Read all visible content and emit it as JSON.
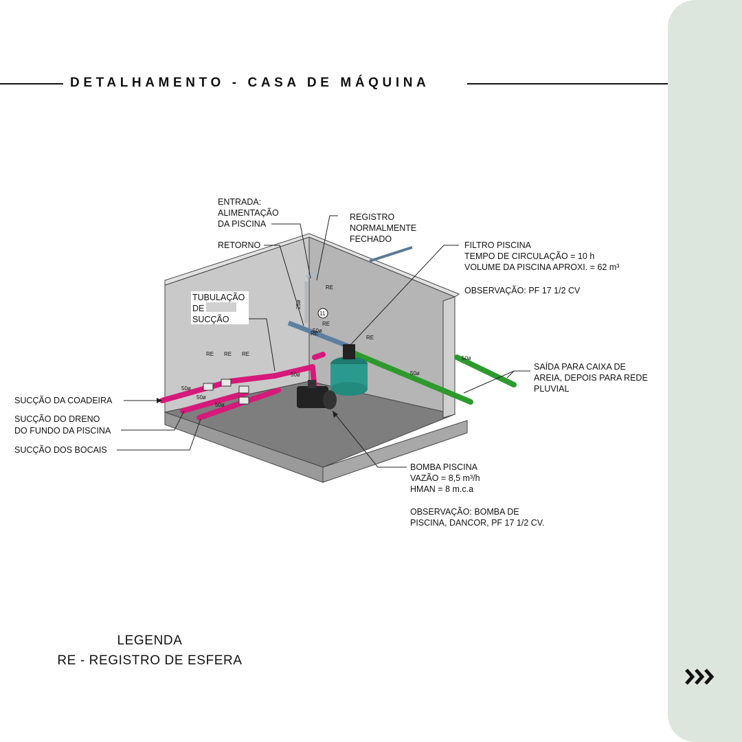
{
  "title": "DETALHAMENTO - CASA DE MÁQUINA",
  "labels": {
    "entrada": [
      "ENTRADA:",
      "ALIMENTAÇÃO",
      "DA PISCINA"
    ],
    "registro": [
      "REGISTRO",
      "NORMALMENTE",
      "FECHADO"
    ],
    "retorno": "RETORNO",
    "filtro": [
      "FILTRO PISCINA",
      "TEMPO DE CIRCULAÇÃO = 10 h",
      "VOLUME DA PISCINA APROXI. =  62 m³",
      "",
      "OBSERVAÇÃO: PF 17 1/2 CV"
    ],
    "tubulacao": [
      "TUBULAÇÃO",
      "DE",
      "SUCÇÃO"
    ],
    "saida": [
      "SAÍDA PARA CAIXA DE",
      "AREIA, DEPOIS PARA REDE",
      "PLUVIAL"
    ],
    "coadeira": "SUCÇÃO DA COADEIRA",
    "dreno": [
      "SUCÇÃO DO DRENO",
      "DO FUNDO DA PISCINA"
    ],
    "bocais": "SUCÇÃO DOS BOCAIS",
    "bomba": [
      "BOMBA PISCINA",
      "VAZÃO = 8,5 m³/h",
      "HMAN = 8 m.c.a",
      "",
      "OBSERVAÇÃO: BOMBA DE",
      "PISCINA, DANCOR, PF 17 1/2 CV."
    ]
  },
  "pipe_tags": {
    "re": "RE",
    "d50": "50ø",
    "d25": "25ø",
    "node": "11"
  },
  "legend": {
    "heading": "LEGENDA",
    "text": "RE - REGISTRO DE ESFERA"
  },
  "colors": {
    "suction_pipe": "#d6197a",
    "drain_pipe": "#2e9a2e",
    "filter_tank": "#2a9a8e",
    "wall": "#c8c8c8",
    "floor": "#7e7e7e",
    "side_panel": "#dde6dc"
  },
  "icons": {
    "next": "triple-chevron-right-icon"
  }
}
